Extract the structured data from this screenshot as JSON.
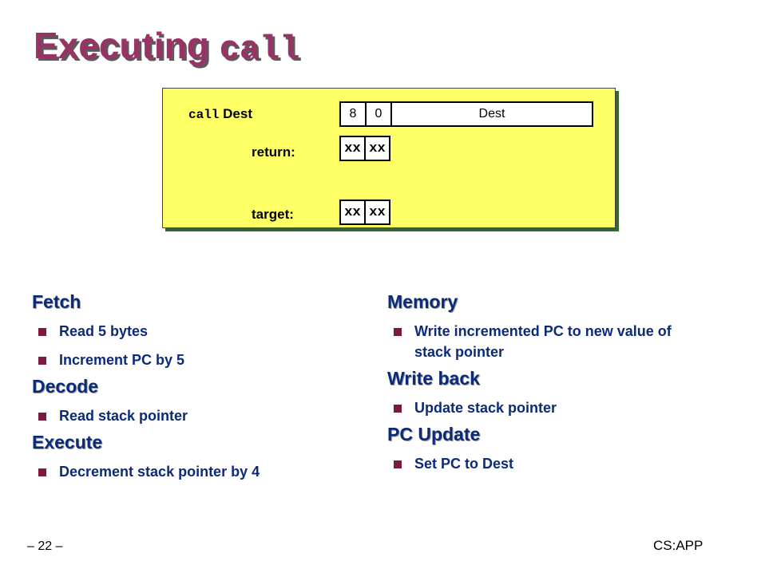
{
  "slide": {
    "title_text": "Executing ",
    "title_code": "call"
  },
  "diagram": {
    "instr_code": "call",
    "instr_arg": " Dest",
    "encoding": {
      "byte1": "8",
      "byte2": "0",
      "dest": "Dest"
    },
    "return_label": "return:",
    "return_bytes": [
      "xx",
      "xx"
    ],
    "target_label": "target:",
    "target_bytes": [
      "xx",
      "xx"
    ]
  },
  "stages": {
    "fetch": {
      "heading": "Fetch",
      "items": [
        "Read 5 bytes",
        "Increment PC by 5"
      ]
    },
    "decode": {
      "heading": "Decode",
      "items": [
        "Read stack pointer"
      ]
    },
    "execute": {
      "heading": "Execute",
      "items": [
        "Decrement stack pointer by 4"
      ]
    },
    "memory": {
      "heading": "Memory",
      "items": [
        "Write incremented PC to new value of stack pointer"
      ]
    },
    "writeback": {
      "heading": "Write back",
      "items": [
        "Update stack pointer"
      ]
    },
    "pcupdate": {
      "heading": "PC Update",
      "items": [
        "Set PC to Dest"
      ]
    }
  },
  "footer": {
    "page": "– 22 –",
    "source": "CS:APP"
  },
  "colors": {
    "title": "#993366",
    "heading": "#0b2a7a",
    "diagram_bg": "#ffff66",
    "bullet": "#7a1a40"
  }
}
